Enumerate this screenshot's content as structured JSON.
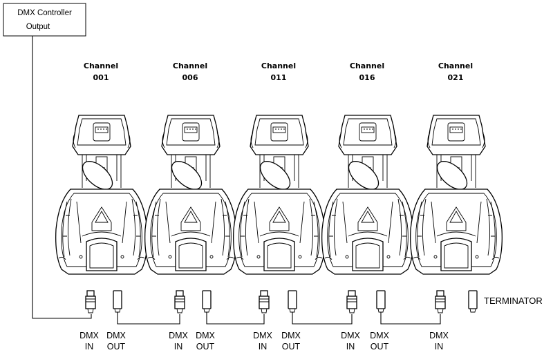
{
  "controller": {
    "line1": "DMX Controller",
    "line2": "Output"
  },
  "fixtures": [
    {
      "channel_label": "Channel",
      "channel_number": "001"
    },
    {
      "channel_label": "Channel",
      "channel_number": "006"
    },
    {
      "channel_label": "Channel",
      "channel_number": "011"
    },
    {
      "channel_label": "Channel",
      "channel_number": "016"
    },
    {
      "channel_label": "Channel",
      "channel_number": "021"
    }
  ],
  "ports": [
    {
      "line1": "DMX",
      "line2": "IN"
    },
    {
      "line1": "DMX",
      "line2": "OUT"
    },
    {
      "line1": "DMX",
      "line2": "IN"
    },
    {
      "line1": "DMX",
      "line2": "OUT"
    },
    {
      "line1": "DMX",
      "line2": "IN"
    },
    {
      "line1": "DMX",
      "line2": "OUT"
    },
    {
      "line1": "DMX",
      "line2": "IN"
    },
    {
      "line1": "DMX",
      "line2": "OUT"
    },
    {
      "line1": "DMX",
      "line2": "IN"
    }
  ],
  "terminator": "TERMINATOR"
}
